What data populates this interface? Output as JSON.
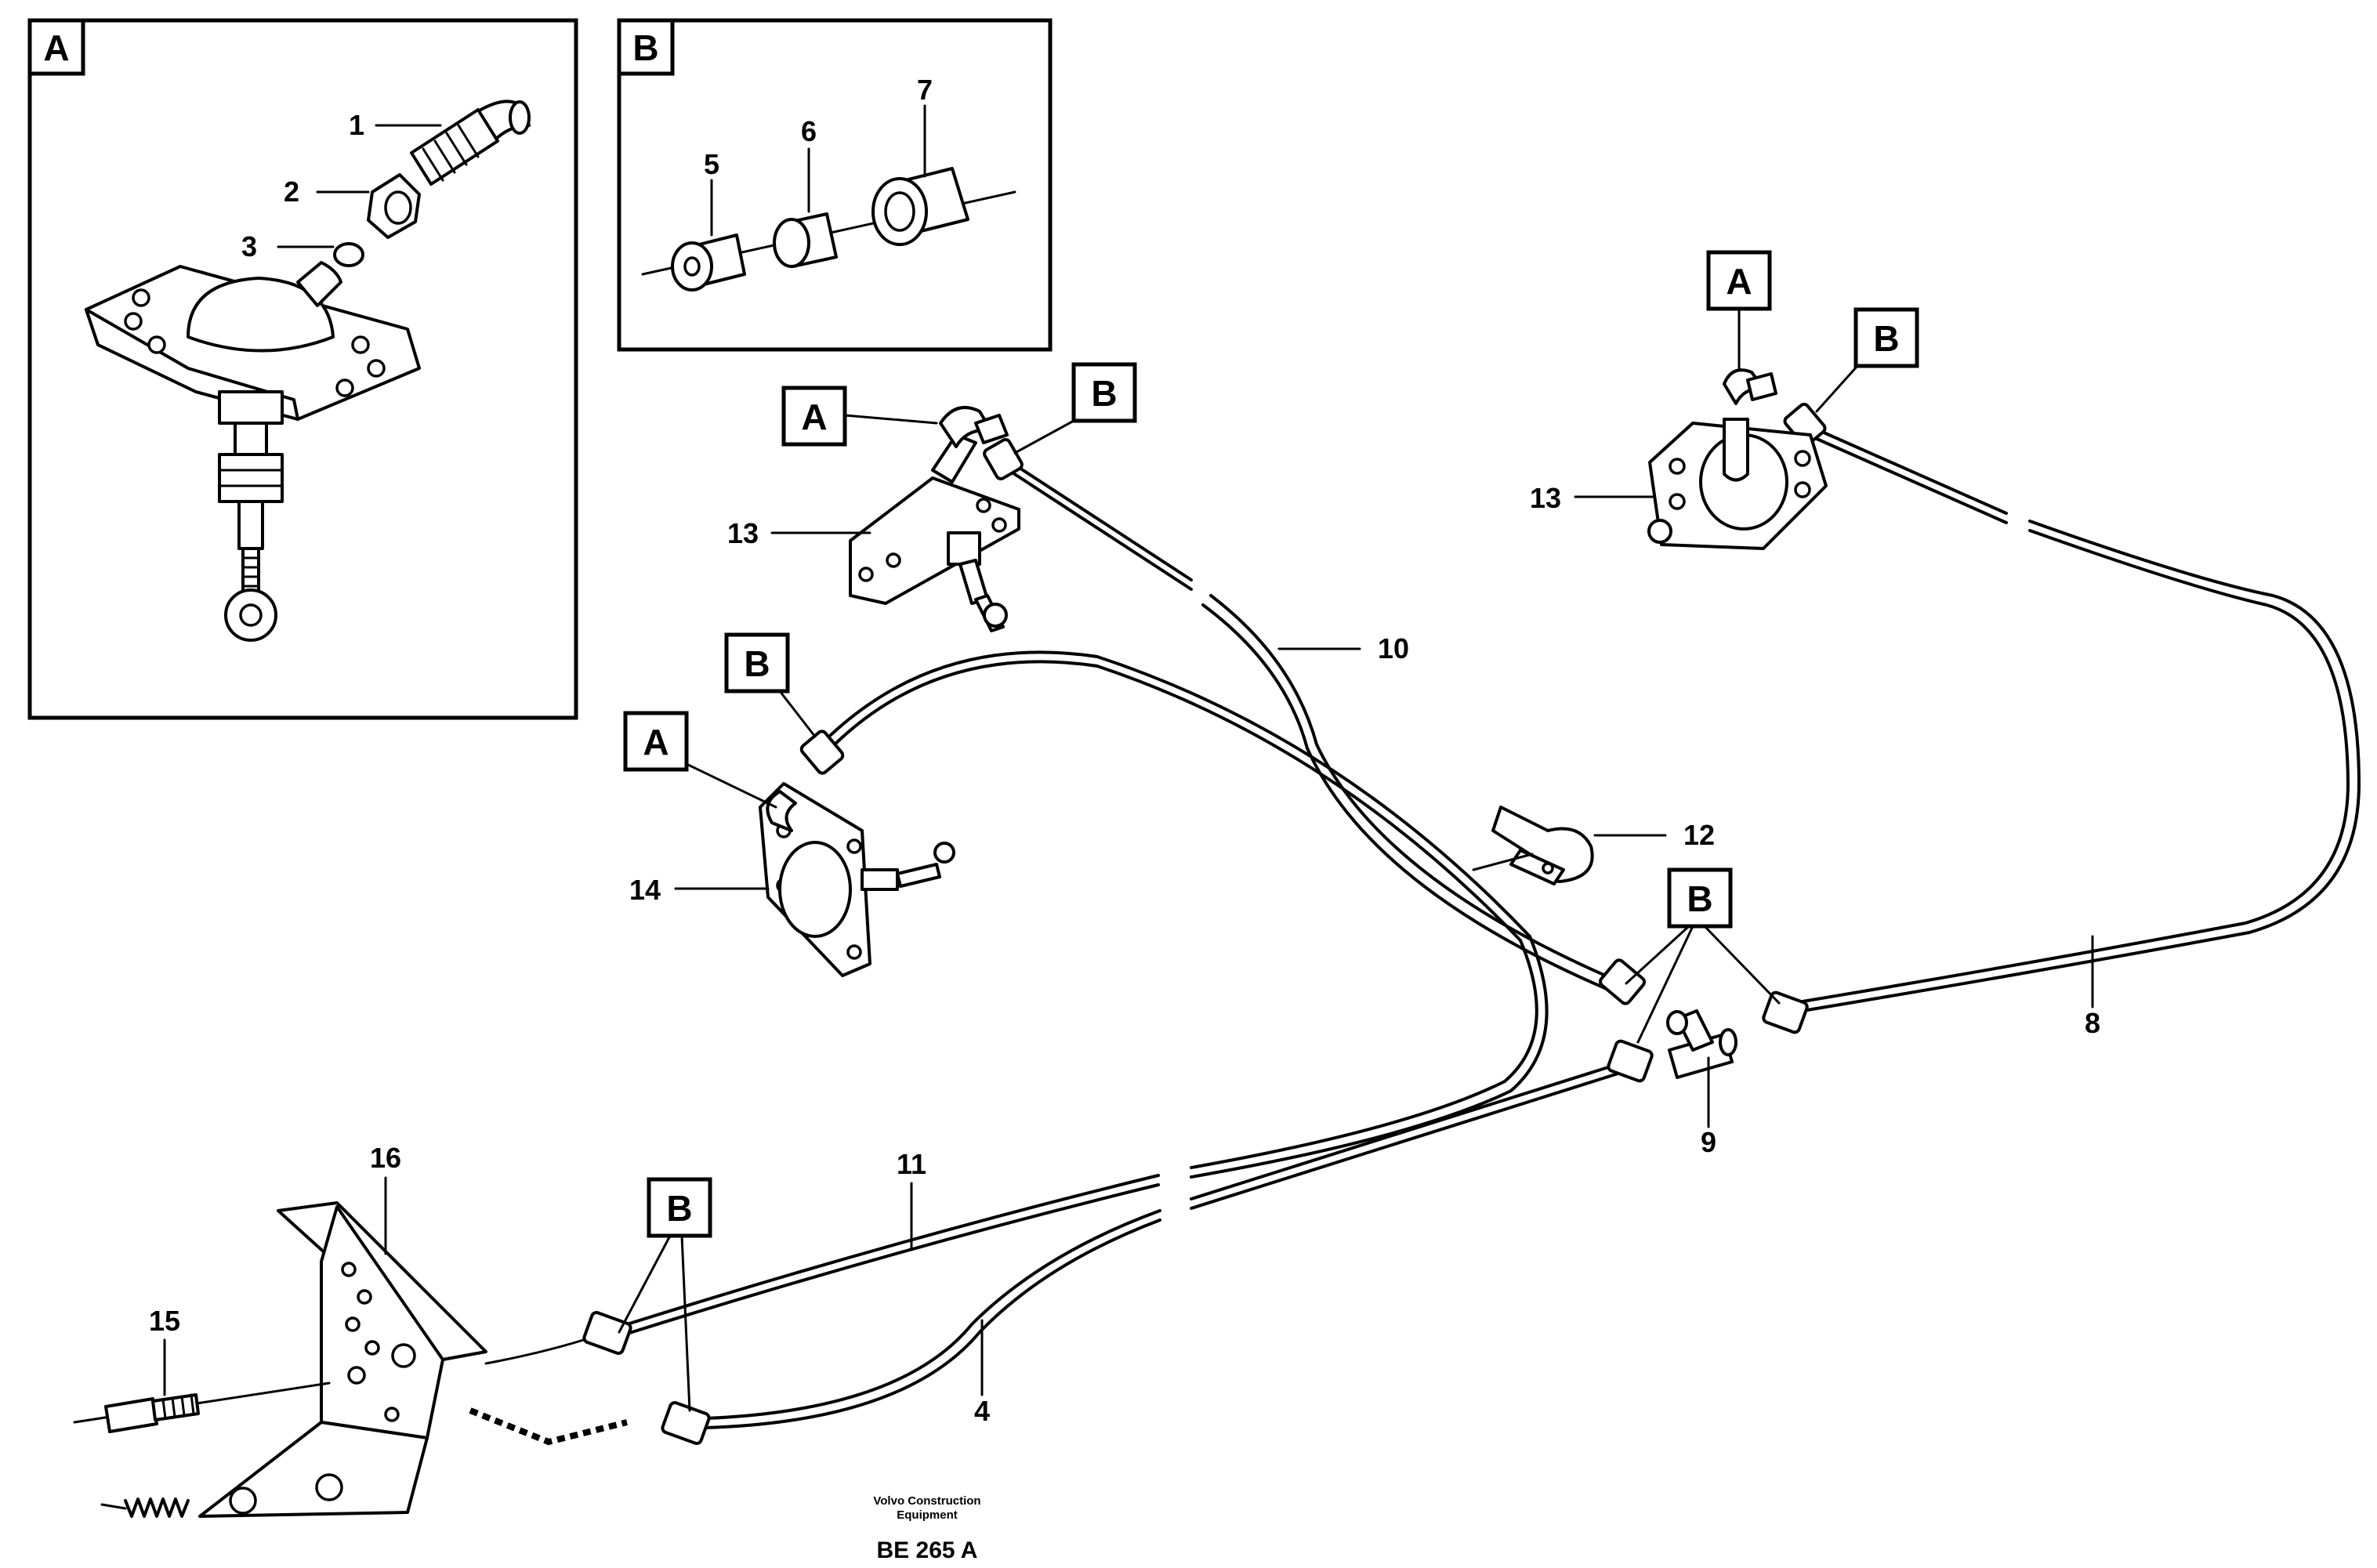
{
  "inset_a": {
    "tag": "A",
    "callouts": {
      "c1": "1",
      "c2": "2",
      "c3": "3"
    }
  },
  "inset_b": {
    "tag": "B",
    "callouts": {
      "c5": "5",
      "c6": "6",
      "c7": "7"
    }
  },
  "tags": {
    "a": "A",
    "b": "B"
  },
  "callouts": {
    "c4": "4",
    "c8": "8",
    "c9": "9",
    "c10": "10",
    "c11": "11",
    "c12": "12",
    "c13": "13",
    "c14": "14",
    "c15": "15",
    "c16": "16"
  },
  "footer": {
    "maker_line1": "Volvo Construction",
    "maker_line2": "Equipment",
    "drawing_code": "BE 265 A"
  }
}
